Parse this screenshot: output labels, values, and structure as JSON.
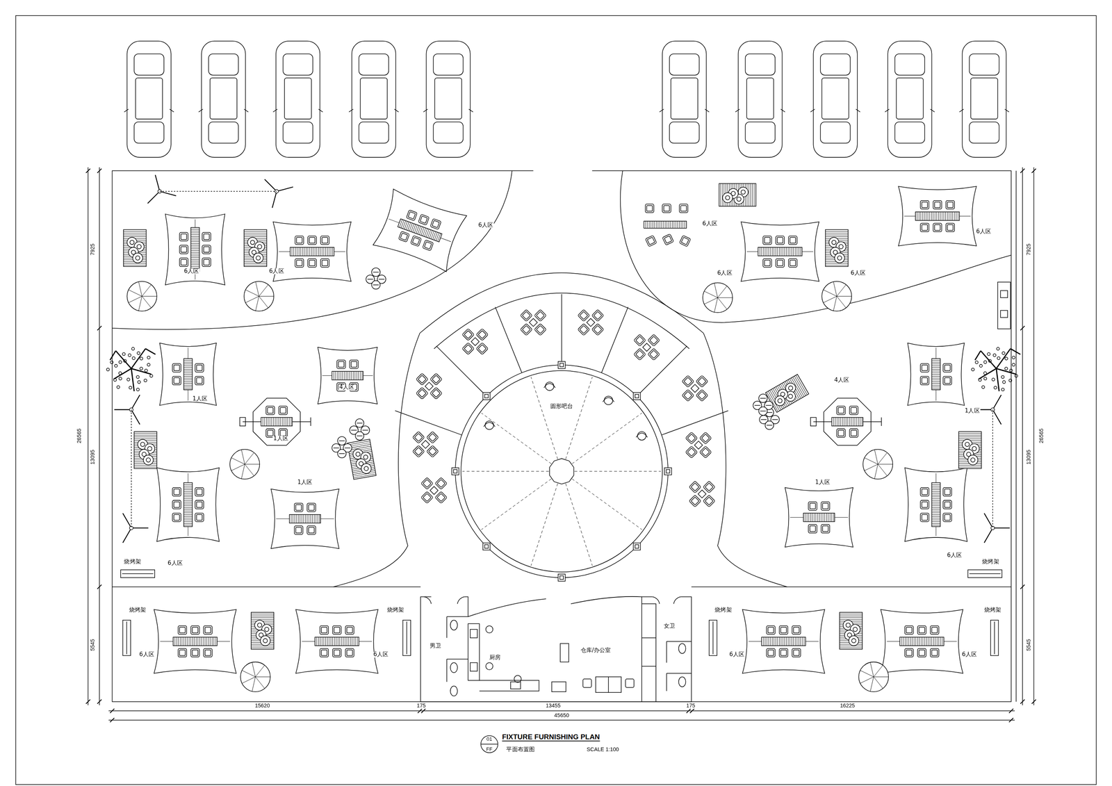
{
  "diagram": {
    "title": "FIXTURE FURNISHING PLAN",
    "labels": [
      "6人区",
      "6人区",
      "6人区",
      "6人区",
      "6人区",
      "6人区",
      "6人区",
      "1人区",
      "4人区",
      "4人区",
      "1人区",
      "圆形吧台",
      "1人区",
      "1人区",
      "1人区",
      "烧烤架",
      "6人区",
      "6人区",
      "烧烤架",
      "烧烤架",
      "烧烤架",
      "烧烤架",
      "烧烤架",
      "女卫",
      "男卫",
      "6人区",
      "6人区",
      "仓库/办公室",
      "厨房",
      "6人区",
      "6人区",
      "7925",
      "26565",
      "13095",
      "5545",
      "7925",
      "26565",
      "13095",
      "5545",
      "15620",
      "175",
      "13455",
      "175",
      "16225",
      "45650",
      "01",
      "FF",
      "平面布置图",
      "SCALE 1:100"
    ]
  }
}
